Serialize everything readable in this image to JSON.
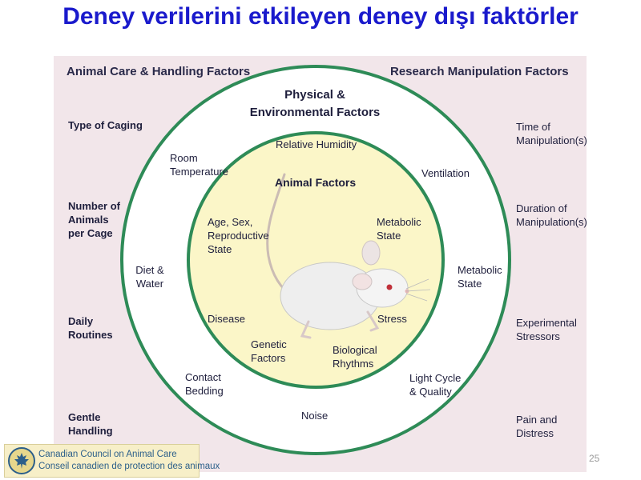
{
  "slide": {
    "title": "Deney verilerini etkileyen deney dışı faktörler",
    "page_number": "25"
  },
  "colors": {
    "title": "#1a1acc",
    "panel_background": "#f2e6ea",
    "ring_stroke": "#2e8b57",
    "outer_ring_fill": "#ffffff",
    "inner_circle_fill": "#fbf6c8",
    "label_text": "#1e1e3c"
  },
  "diagram": {
    "headers": {
      "left": "Animal Care & Handling Factors",
      "right": "Research Manipulation Factors"
    },
    "left_factors": [
      "Type of Caging",
      "Number of Animals per Cage",
      "Daily Routines",
      "Gentle Handling"
    ],
    "right_factors": [
      "Time of Manipulation(s)",
      "Duration of Manipulation(s)",
      "Experimental Stressors",
      "Pain and Distress"
    ],
    "ring_title": "Physical & Environmental Factors",
    "ring_factors": {
      "relative_humidity": "Relative Humidity",
      "room_temperature": "Room Temperature",
      "ventilation": "Ventilation",
      "diet_water": "Diet & Water",
      "metabolic_state": "Metabolic State",
      "contact_bedding": "Contact Bedding",
      "noise": "Noise",
      "light_cycle": "Light Cycle & Quality"
    },
    "center_title": "Animal Factors",
    "center_factors": {
      "age_sex": "Age, Sex, Reproductive State",
      "metabolic_state": "Metabolic State",
      "disease": "Disease",
      "stress": "Stress",
      "genetic": "Genetic Factors",
      "biological_rhythms": "Biological Rhythms"
    },
    "center_image": "white-mouse-photo"
  },
  "logo": {
    "line1": "Canadian Council on Animal Care",
    "line2": "Conseil canadien de protection des animaux"
  }
}
